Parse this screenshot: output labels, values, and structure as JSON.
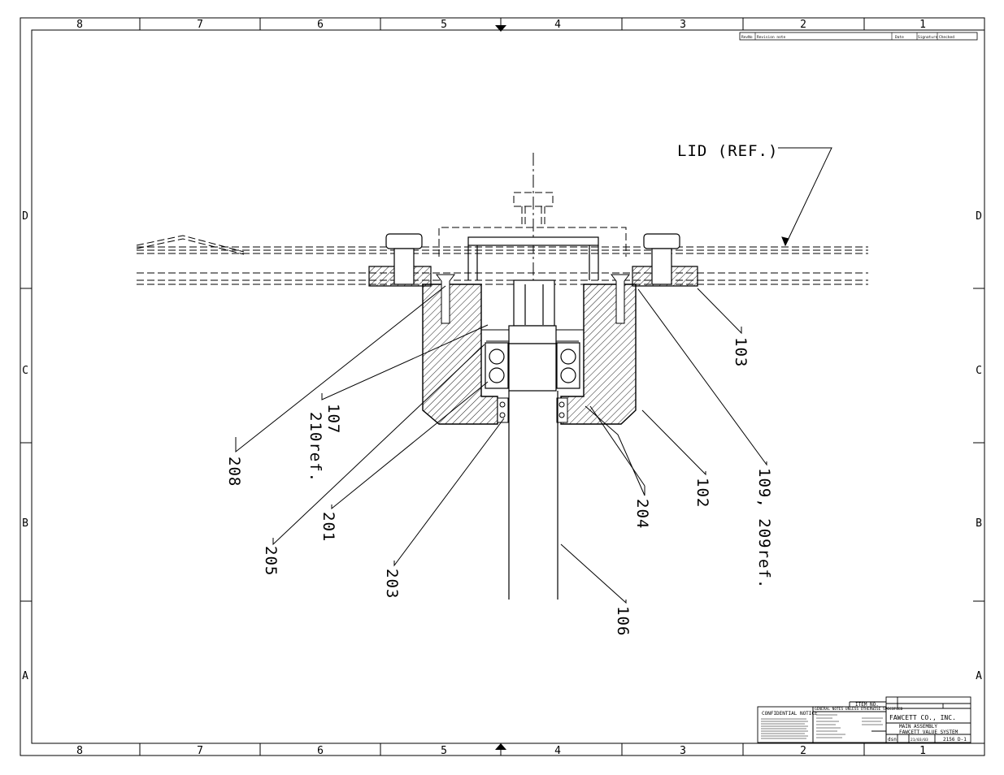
{
  "border": {
    "columns": [
      "8",
      "7",
      "6",
      "5",
      "4",
      "3",
      "2",
      "1"
    ],
    "rows": [
      "D",
      "C",
      "B",
      "A"
    ]
  },
  "revision_table": {
    "rev_no": "RevNo",
    "revision_note": "Revision note",
    "date": "Date",
    "signature": "Signature",
    "checked": "Checked"
  },
  "callouts": {
    "lid": "LID (REF.)",
    "c103": "103",
    "c107": "107",
    "c210ref": "210ref.",
    "c208": "208",
    "c205": "205",
    "c201": "201",
    "c203": "203",
    "c204": "204",
    "c102": "102",
    "c109": "109, 209ref.",
    "c106": "106"
  },
  "title_block": {
    "confidential": "CONFIDENTIAL NOTICE",
    "item_no": "ITEM NO.",
    "general_notes": "GENERAL NOTES UNLESS OTHERWISE SPECIFIED",
    "company": "FAWCETT CO., INC.",
    "title_line1": "MAIN ASSEMBLY",
    "title_line2": "FAWCETT VALUE SYSTEM",
    "drawing_no": "2156 D-1",
    "date": "21/03/03",
    "drawn": "dsn"
  }
}
